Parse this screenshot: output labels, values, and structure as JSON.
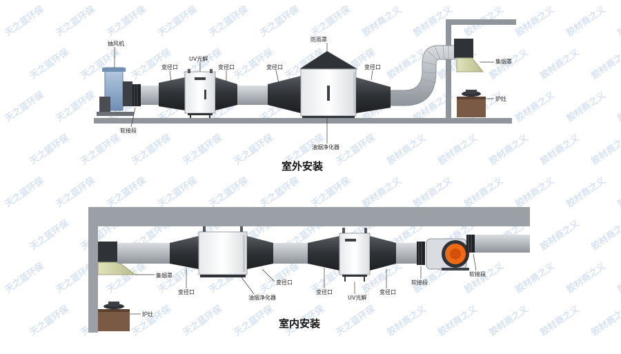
{
  "outdoor": {
    "title": "室外安装",
    "labels": {
      "exhaust_fan": "抽风机",
      "reducer_left": "变径口",
      "uv": "UV光解",
      "reducer_mid": "变径口",
      "rain_cover": "防雨罩",
      "reducer_in": "变径口",
      "reducer_right": "变径口",
      "hood": "集烟罩",
      "stove": "炉灶",
      "soft_joint": "软接段",
      "purifier": "油烟净化器"
    }
  },
  "indoor": {
    "title": "室内安装",
    "labels": {
      "hood": "集烟罩",
      "stove": "炉灶",
      "reducer_1": "变径口",
      "purifier": "油烟净化器",
      "reducer_2": "变径口",
      "reducer_3": "变径口",
      "uv": "UV光解",
      "reducer_4": "变径口",
      "soft_joint_1": "软接段",
      "soft_joint_2": "软接段"
    }
  },
  "watermarks": [
    "天之蓝环保",
    "胶材商之义"
  ],
  "colors": {
    "duct": "#b9bec4",
    "reducer": "#3c3f44",
    "unit_body": "#f3f4f6",
    "frame": "#9a9fa5",
    "hood": "#cfd3a6",
    "stove": "#7a5a45",
    "fan_orange": "#f06a16",
    "fan_blue": "#8fb3d8"
  }
}
